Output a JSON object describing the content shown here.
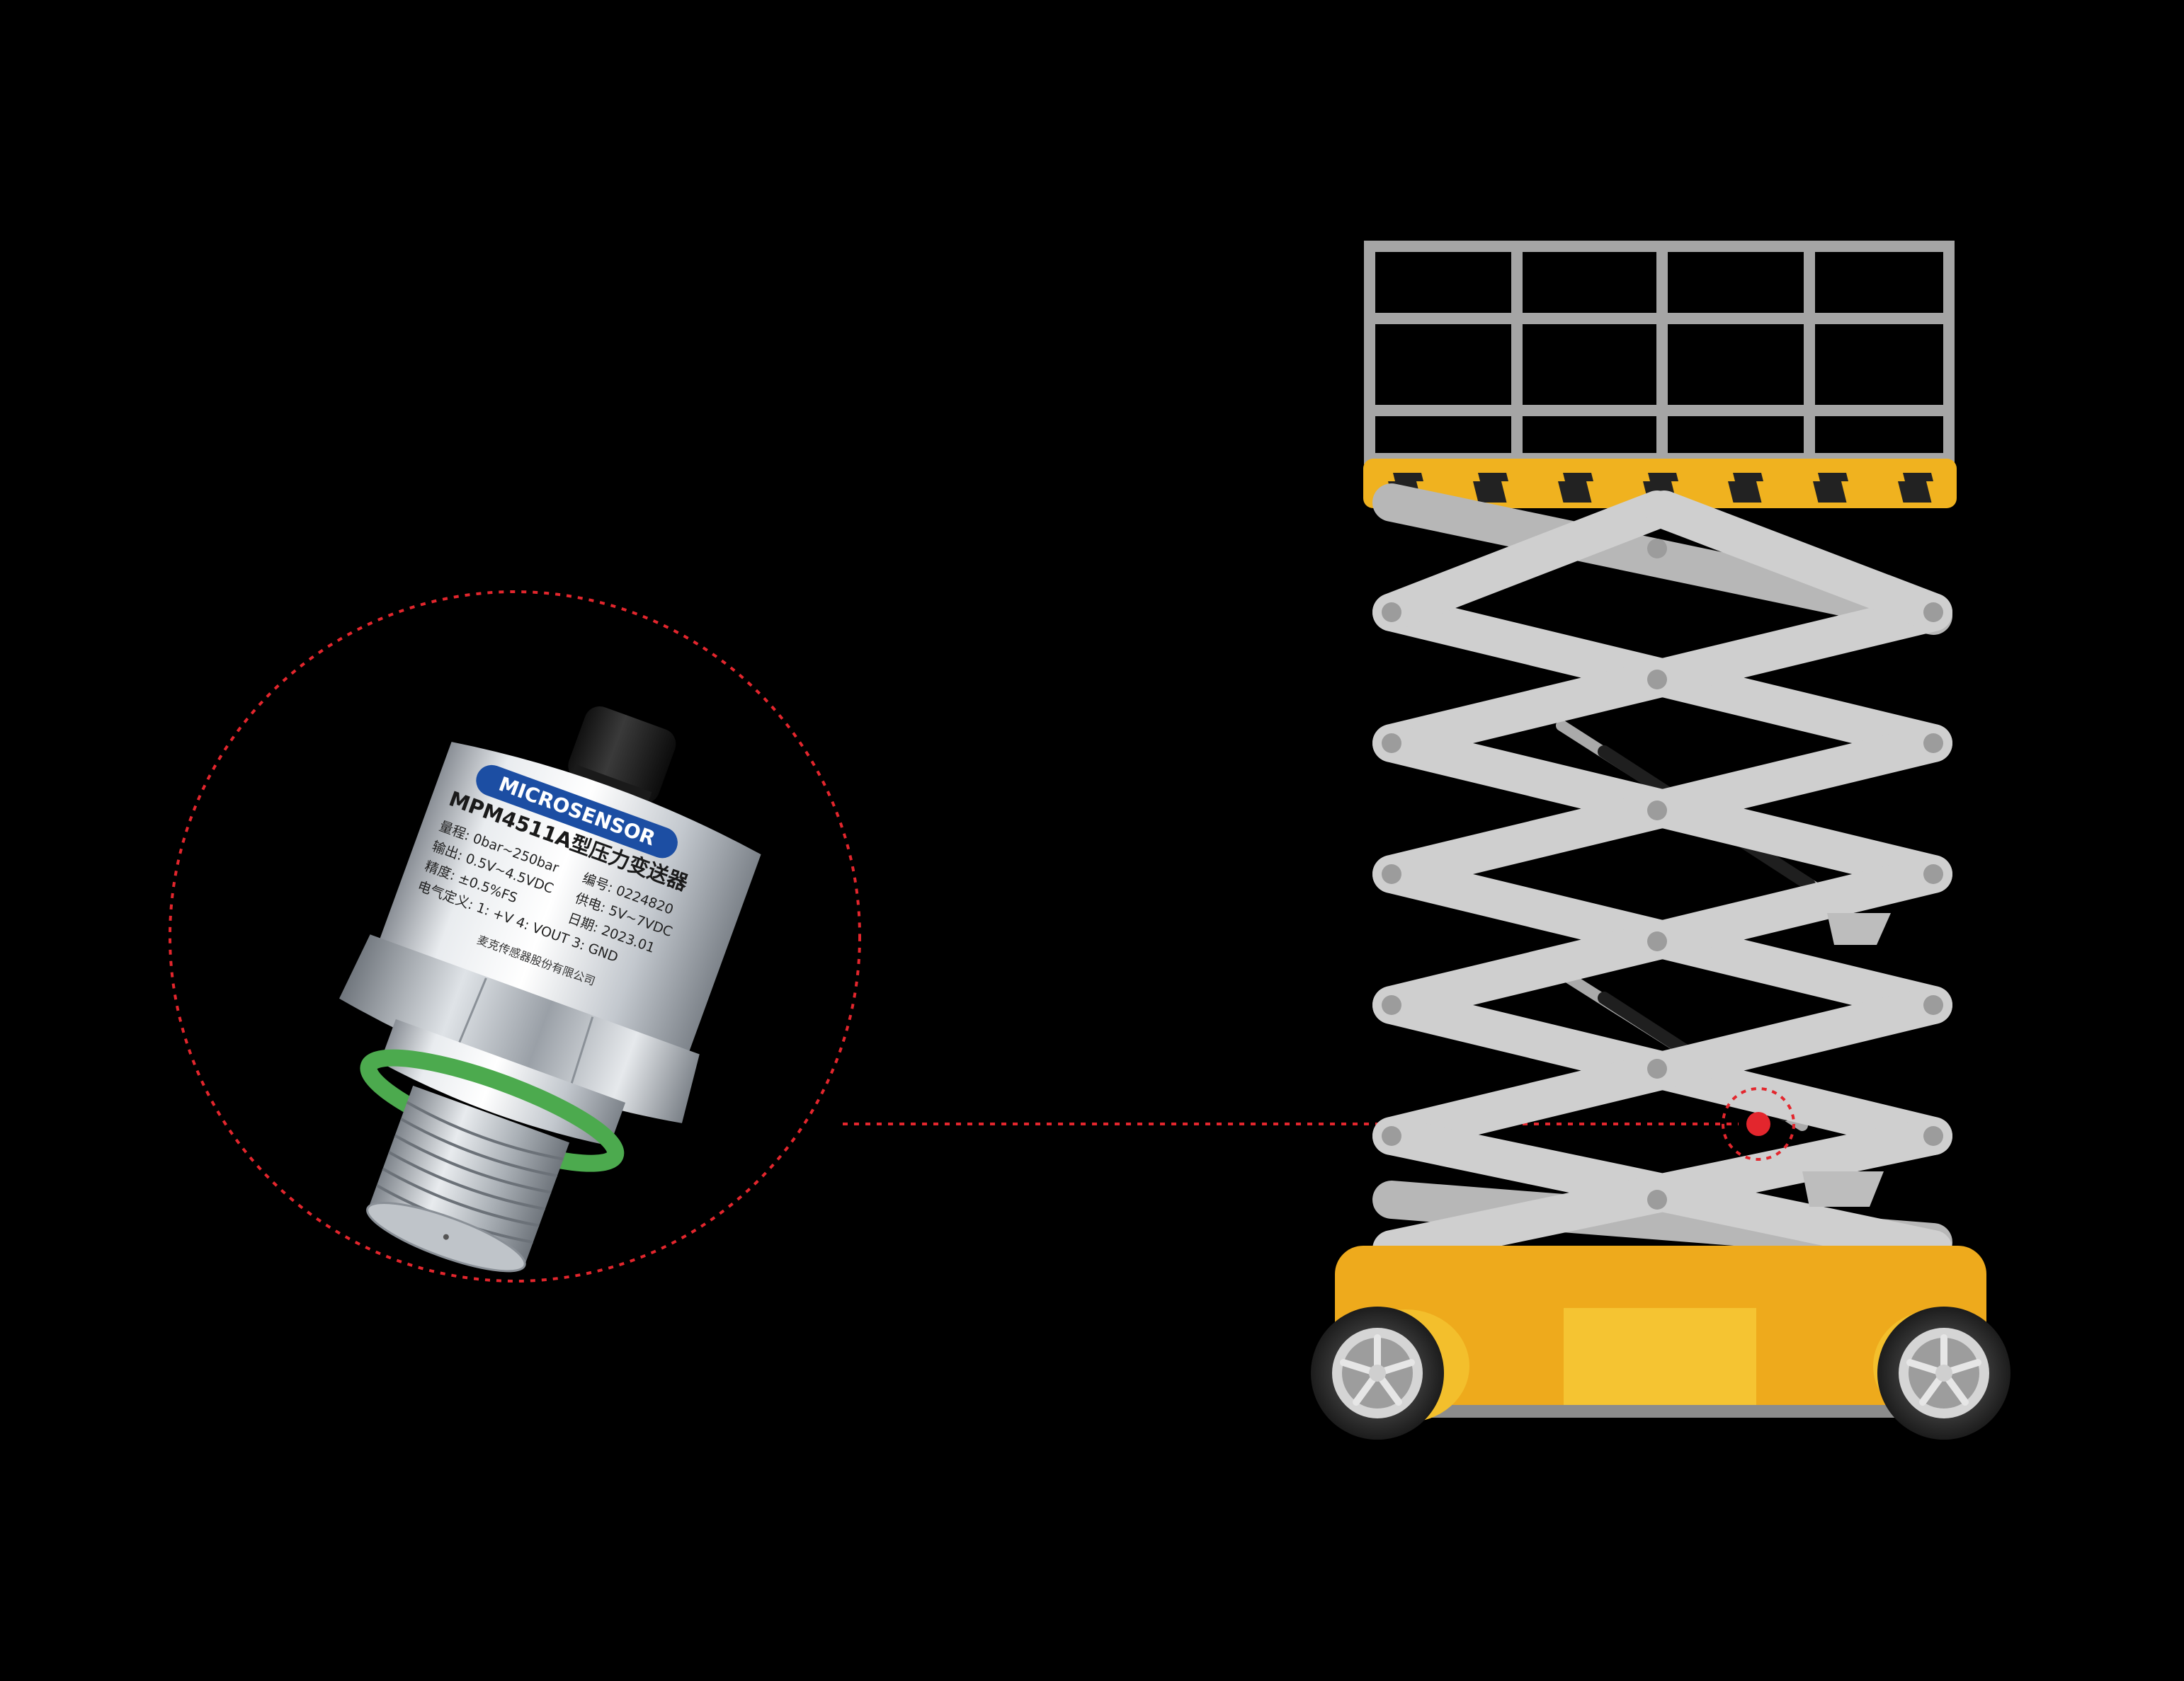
{
  "sensor": {
    "brand": "MICROSENSOR",
    "model_title": "MPM4511A型压力变送器",
    "spec_range": "量程: 0bar~250bar",
    "spec_output": "输出: 0.5V~4.5VDC",
    "spec_accuracy": "精度: ±0.5%FS",
    "spec_wiring": "电气定义: 1: +V   4: VOUT   3: GND",
    "spec_serial": "编号: 0224820",
    "spec_supply": "供电: 5V~7VDC",
    "spec_date": "日期: 2023.01",
    "manufacturer": "麦克传感器股份有限公司"
  },
  "colors": {
    "background": "#000000",
    "callout": "#e3262d",
    "lift_yellow": "#eeaa1c",
    "lift_yellow_light": "#f5c432",
    "scissor_gray": "#cfcfcf",
    "rail_gray": "#a5a5a5",
    "hazard_black": "#222222",
    "seal_green": "#4caa4e"
  },
  "icons": {
    "sensor": "pressure-transmitter-icon",
    "machine": "scissor-lift-icon",
    "marker": "sensor-location-marker-icon"
  }
}
